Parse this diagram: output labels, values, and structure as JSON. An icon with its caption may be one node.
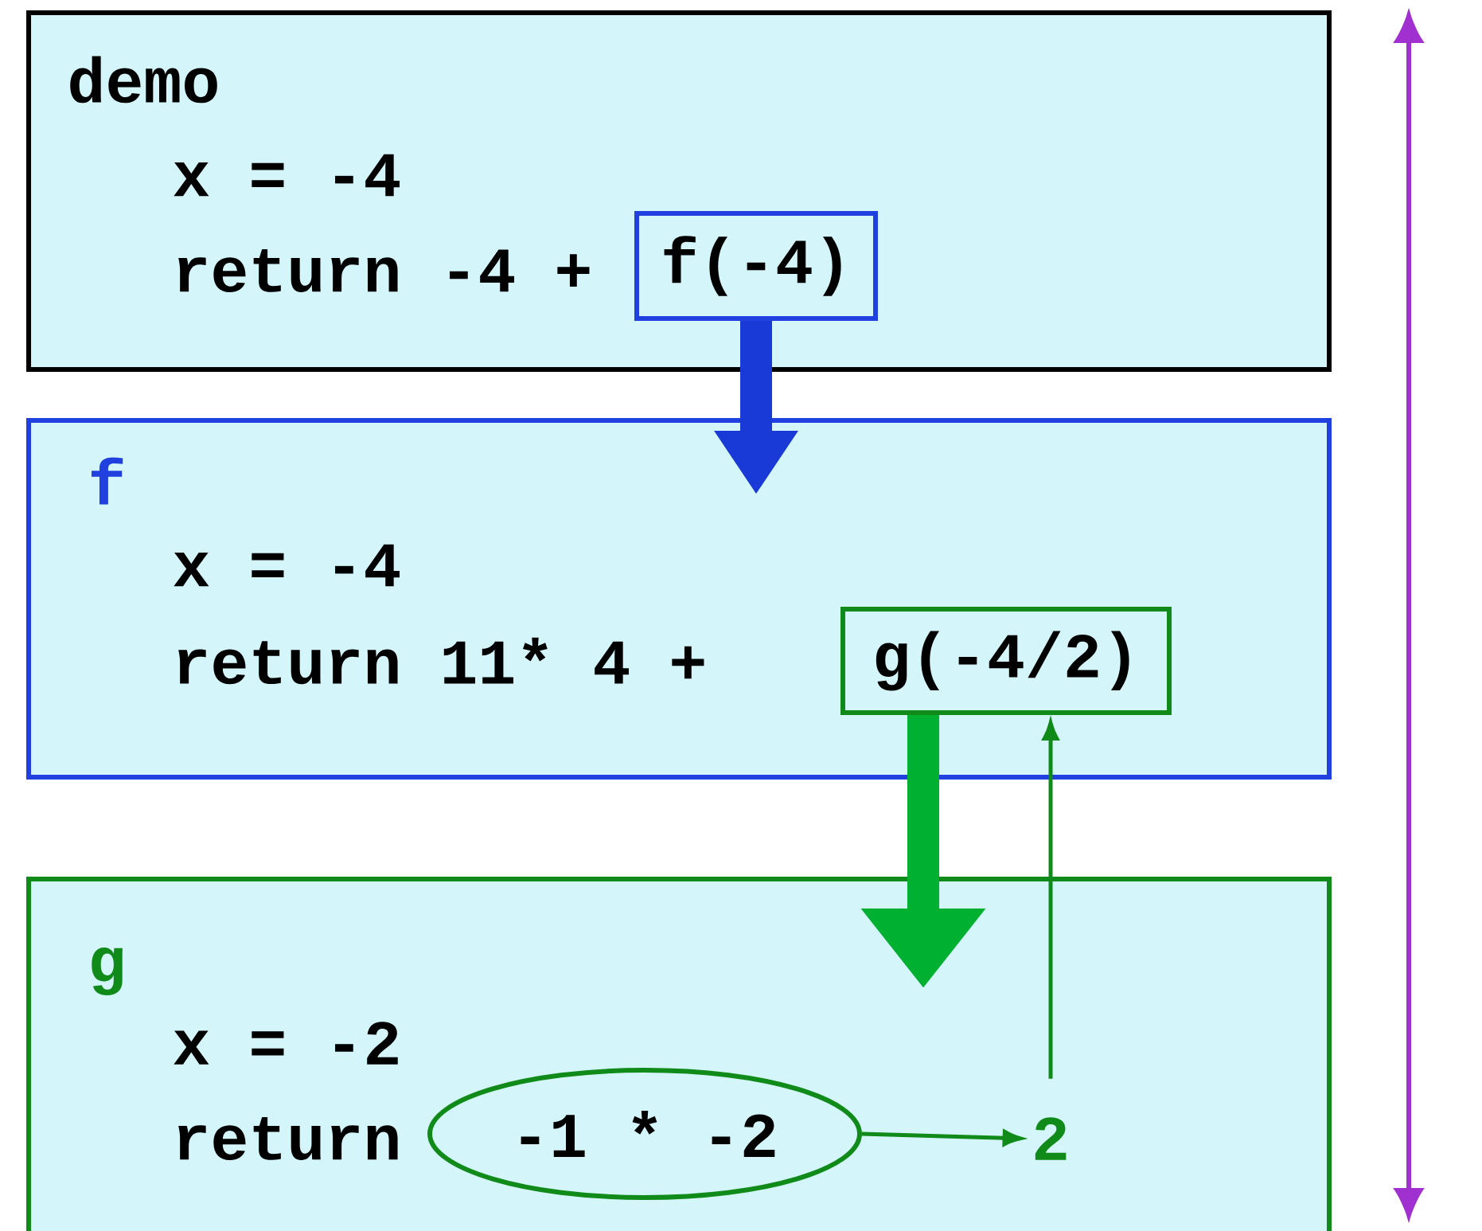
{
  "diagram": {
    "nodes": [
      {
        "text": [
          "demo",
          "x = -4",
          "return -4 +"
        ]
      },
      {
        "text": [
          "f(-4)"
        ],
        "in": 0
      },
      {
        "text": [
          "f",
          "x = -4",
          "return 11* 4 +"
        ]
      },
      {
        "text": [
          "g(-4/2)"
        ],
        "in": 2
      },
      {
        "text": [
          "g",
          "x = -2",
          "return"
        ]
      },
      {
        "text": [
          "-1 * -2"
        ],
        "in": 4
      },
      {
        "text": [
          "2"
        ],
        "in": 4
      }
    ],
    "edges": [
      {
        "from": 1,
        "to": 2,
        "arrow": "to",
        "style": "thick",
        "color": "#1a3ad8"
      },
      {
        "from": 3,
        "to": 4,
        "arrow": "to",
        "style": "thick",
        "color": "#00b030"
      },
      {
        "from": 5,
        "to": 6,
        "arrow": "to",
        "color": "#108a18"
      },
      {
        "from": 6,
        "to": 3,
        "arrow": "to",
        "color": "#108a18"
      }
    ]
  }
}
